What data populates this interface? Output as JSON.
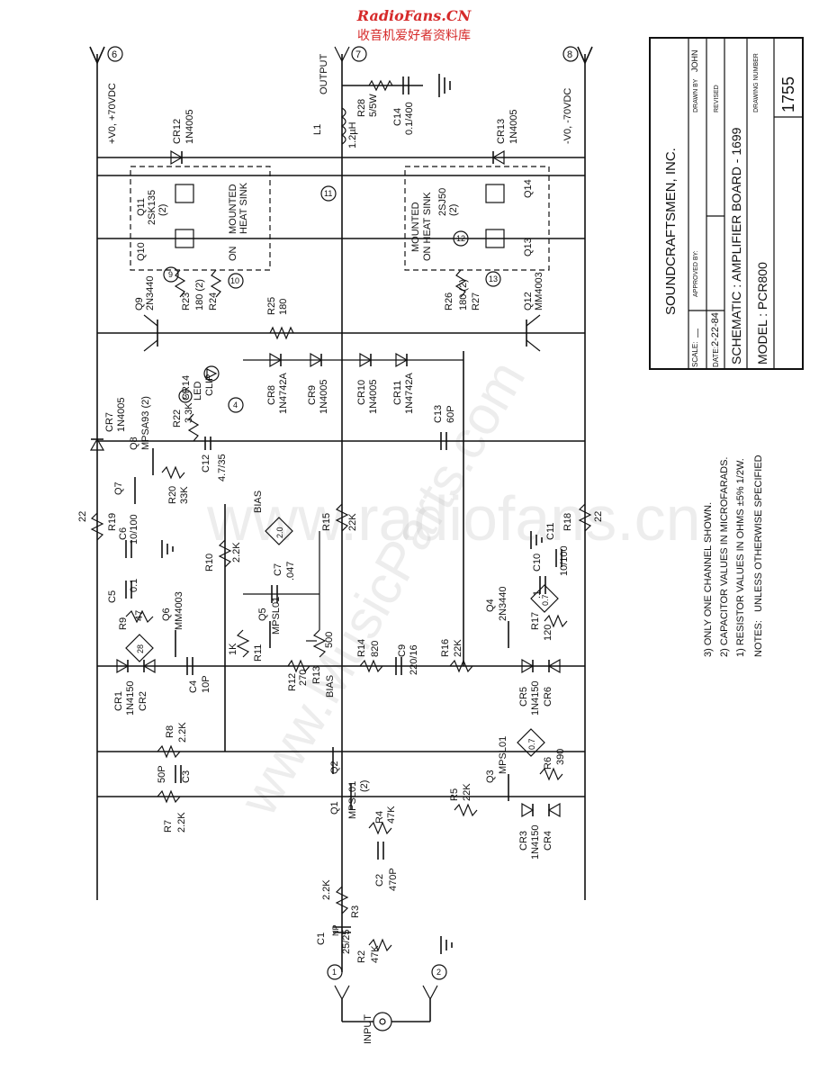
{
  "watermark": {
    "site": "RadioFans.CN",
    "cn": "收音机爱好者资料库",
    "ghost": "www.radiofans.cn",
    "ghost2": "www.MusicParts.com",
    "color": "#d62a2a"
  },
  "title_block": {
    "company": "SOUNDCRAFTSMEN, INC.",
    "schematic": "SCHEMATIC : AMPLIFIER BOARD - 1699",
    "model": "MODEL : PCR800",
    "scale_label": "SCALE:",
    "scale_value": "—",
    "date_label": "DATE:",
    "date_value": "2-22-84",
    "approved_label": "APPROVED BY:",
    "drawn_label": "DRAWN BY",
    "drawn_value": "JOHN",
    "revised_label": "REVISED",
    "drawing_number_label": "DRAWING NUMBER",
    "drawing_number": "1755"
  },
  "notes": {
    "heading": "NOTES:",
    "n1": "1) RESISTOR VALUES IN OHMS ±5% 1/2W.",
    "n1b": "UNLESS OTHERWISE SPECIFIED",
    "n2": "2) CAPACITOR VALUES IN MICROFARADS.",
    "n3": "3) ONLY ONE CHANNEL SHOWN."
  },
  "terminals": {
    "t6": "6",
    "t6_label": "+V0, +70VDC",
    "t8": "8",
    "t8_label": "-V0, -70VDC",
    "t7": "7",
    "t7_label": "OUTPUT",
    "t11": "11",
    "t12": "12",
    "t13": "13",
    "t9": "9",
    "t10": "10",
    "t4": "4",
    "t3": "3",
    "t1": "1",
    "t2": "2",
    "input": "INPUT"
  },
  "components": {
    "cr12": "CR12",
    "cr12v": "1N4005",
    "cr13": "CR13",
    "cr13v": "1N4005",
    "l1": "L1",
    "l1v": "1.2µH",
    "r28": "R28",
    "r28v": "5/5W",
    "c14": "C14",
    "c14v": "0.1/400",
    "q10": "Q10",
    "q11": "Q11",
    "q11v": "2SK135",
    "q11n": "(2)",
    "mount1": "MOUNTED",
    "mount1b": "HEAT SINK",
    "mount1c": "ON",
    "q13": "Q13",
    "q14": "Q14",
    "q14v": "2SJ50",
    "q14n": "(2)",
    "mount2": "MOUNTED",
    "mount2b": "ON HEAT SINK",
    "r23": "R23",
    "r24": "R24",
    "r23v": "180 (2)",
    "r26": "R26",
    "r27": "R27",
    "r26v": "180 (2)",
    "q9": "Q9",
    "q9v": "2N3440",
    "r25": "R25",
    "r25v": "180",
    "q12": "Q12",
    "q12v": "MM4003",
    "cr7": "CR7",
    "cr7v": "1N4005",
    "q8": "Q8",
    "q8v": "MPSA93 (2)",
    "cr14": "CR14",
    "cr14v": "LED",
    "cr14c": "CLIP",
    "cr8": "CR8",
    "cr8v": "1N4742A",
    "cr9": "CR9",
    "cr9v": "1N4005",
    "cr10": "CR10",
    "cr10v": "1N4005",
    "cr11": "CR11",
    "cr11v": "1N4742A",
    "r22": "R22",
    "r22v": "3.3K",
    "c12": "C12",
    "c12v": "4.7/35",
    "q7": "Q7",
    "r20": "R20",
    "r20v": "33K",
    "c13": "C13",
    "c13v": "60P",
    "r19": "R19",
    "r19v": "22",
    "c6": "C6",
    "c6v": "10/100",
    "bias1": "BIAS",
    "v20": "2.0",
    "r15": "R15",
    "r15v": "22K",
    "r18": "R18",
    "r18v": "22",
    "c11": "C11",
    "c11v": "10/100",
    "c10": "C10",
    "c10v": ".1",
    "r10": "R10",
    "r10v": "2.2K",
    "c7": "C7",
    "c7v": ".047",
    "c5": "C5",
    "c5v": "0.1",
    "r9": "R9",
    "r9v": "47",
    "q6": "Q6",
    "q6v": "MM4003",
    "v28": "28",
    "q5": "Q5",
    "q5v": "MPSL01",
    "r11": "R11",
    "r11v": "1K",
    "q4": "Q4",
    "q4v": "2N3440",
    "v07a": "0.7",
    "r17": "R17",
    "r17v": "120",
    "r14": "R14",
    "r14v": "820",
    "c9": "C9",
    "c9v": "220/16",
    "r16": "R16",
    "r16v": "22K",
    "r12": "R12",
    "r12v": "270",
    "r13": "R13",
    "r13v": "500",
    "bias2": "BIAS",
    "cr1": "CR1",
    "cr1v": "1N4150",
    "cr2": "CR2",
    "c4": "C4",
    "c4v": "10P",
    "cr5": "CR5",
    "cr5v": "1N4150",
    "cr6": "CR6",
    "r8": "R8",
    "r8v": "2.2K",
    "c3": "C3",
    "c3v": "50P",
    "q2": "Q2",
    "q1": "Q1",
    "q12pair": "MPSL01",
    "q12n": "(2)",
    "q3": "Q3",
    "q3v": "MPSL01",
    "v07b": "0.7",
    "r6": "R6",
    "r6v": "390",
    "r7": "R7",
    "r7v": "2.2K",
    "r4": "R4",
    "r4v": "47K",
    "r5": "R5",
    "r5v": "22K",
    "cr3": "CR3",
    "cr3v": "1N4150",
    "cr4": "CR4",
    "r3": "R3",
    "r3v": "2.2K",
    "c2": "C2",
    "c2v": "470P",
    "c1": "C1",
    "c1v": "25/25",
    "c1n": "NP",
    "r2": "R2",
    "r2v": "47K"
  }
}
